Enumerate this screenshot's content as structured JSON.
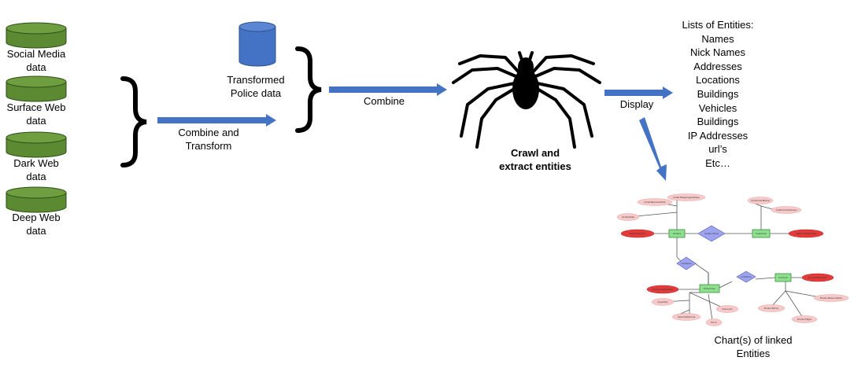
{
  "colors": {
    "cylinder_green": "#5b8a32",
    "cylinder_blue": "#4472c4",
    "arrow_blue": "#4472c4",
    "entity_green": "#8ee08e",
    "relationship_purple": "#9da3ee",
    "attribute_pink": "#f7c9c9",
    "key_red": "#e33a3a"
  },
  "sources": [
    {
      "line1": "Social Media",
      "line2": "data"
    },
    {
      "line1": "Surface Web",
      "line2": "data"
    },
    {
      "line1": "Dark Web",
      "line2": "data"
    },
    {
      "line1": "Deep Web",
      "line2": "data"
    }
  ],
  "steps": {
    "combine_transform": {
      "line1": "Combine and",
      "line2": "Transform"
    },
    "transformed": {
      "line1": "Transformed",
      "line2": "Police data"
    },
    "combine": "Combine",
    "crawl": {
      "line1": "Crawl and",
      "line2": "extract entities"
    },
    "display": "Display"
  },
  "entity_list": {
    "title": "Lists of Entities:",
    "items": [
      "Names",
      "Nick Names",
      "Addresses",
      "Locations",
      "Buildings",
      "Vehicles",
      "Buildings",
      "IP Addresses",
      "url’s",
      "Etc…"
    ]
  },
  "er_chart": {
    "caption": {
      "line1": "Chart(s) of linked",
      "line2": "Entities"
    },
    "entities": [
      "Orders",
      "Customer",
      "OrderLine",
      "Product"
    ],
    "relationships": [
      "OrderActive",
      "Contains",
      "Contains"
    ],
    "attributes": [
      "OrderShippingAddress",
      "OrderPaymentInfo",
      "OrderDate",
      "CustomerName",
      "CustomerAddress",
      "Quantity",
      "SpecialOptions",
      "Discount",
      "Price",
      "ProductPrice",
      "ProductType",
      "ProductDescription"
    ],
    "keys": [
      "OrderNumber",
      "CustomerNumber",
      "OrderLineNumber",
      "ProductNumber"
    ]
  }
}
